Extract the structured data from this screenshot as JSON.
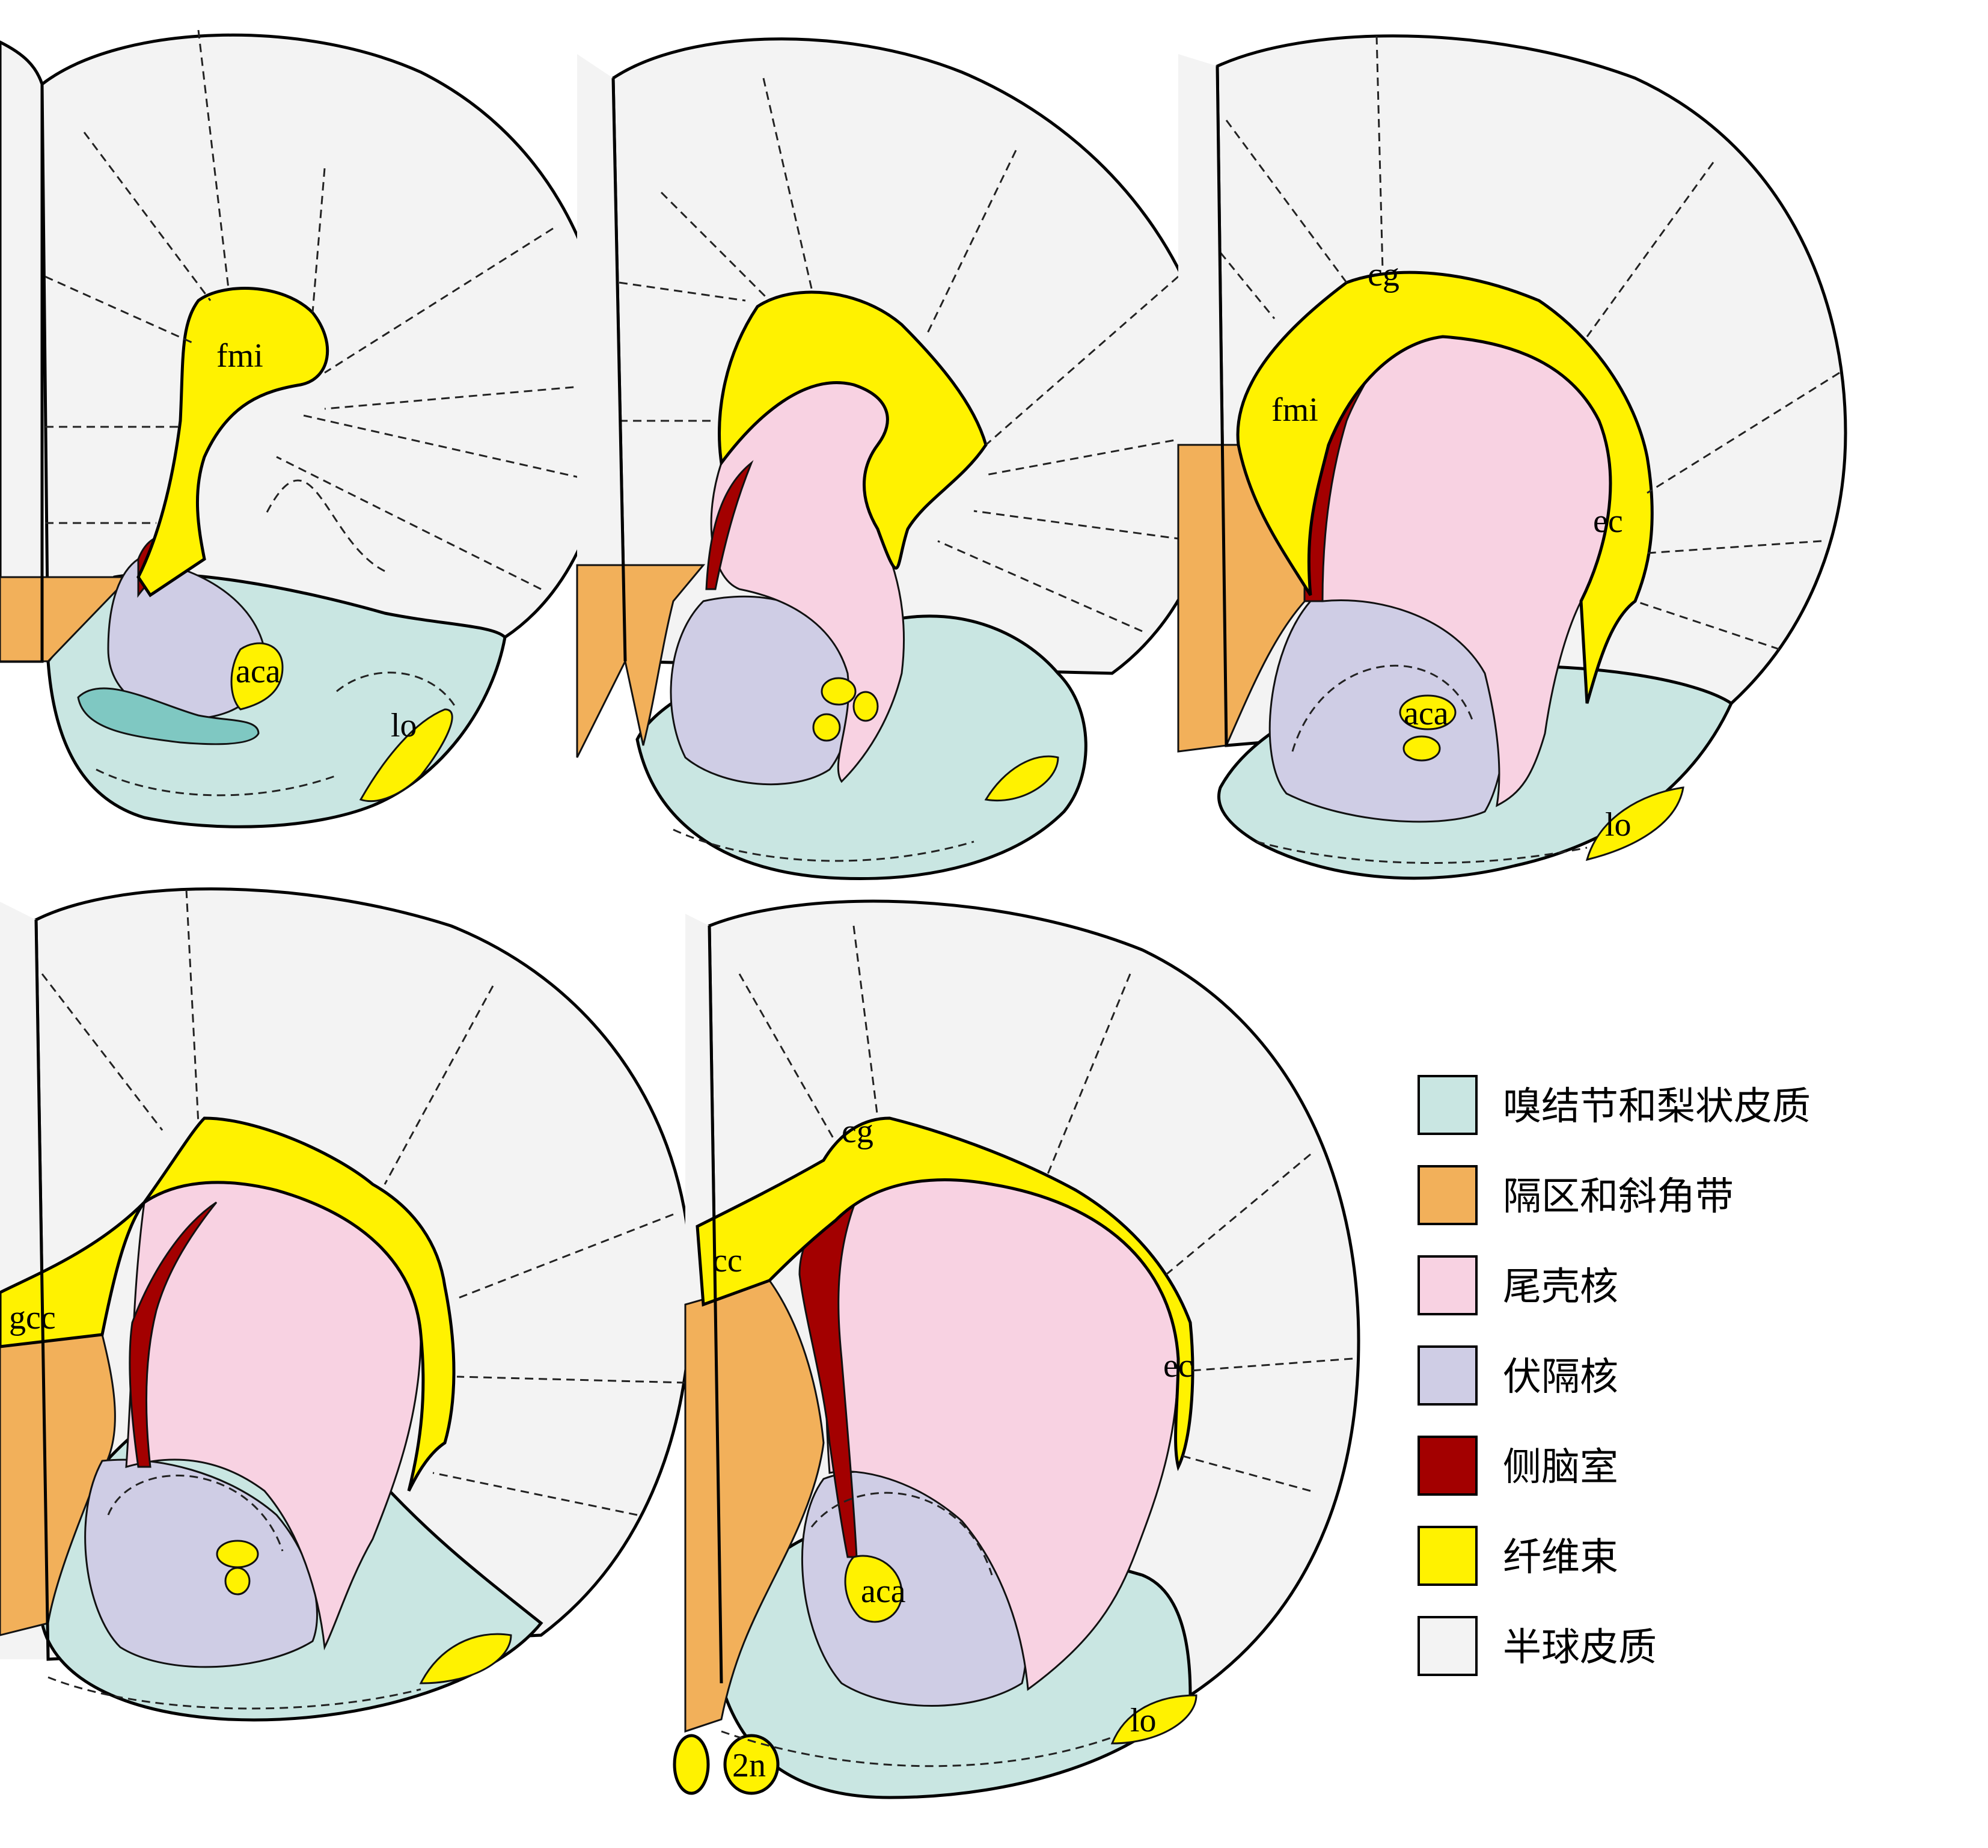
{
  "colors": {
    "olfactory": "#c9e6e2",
    "septal": "#f2b05a",
    "caudate": "#f8d2e2",
    "accumbens": "#cfcde5",
    "ventricle": "#a30000",
    "fiber": "#fff200",
    "cortex": "#f3f3f3",
    "dark_teal": "#7fc8c2"
  },
  "panels": [
    {
      "labels": [
        "fmi",
        "aca",
        "lo"
      ]
    },
    {
      "labels": []
    },
    {
      "labels": [
        "cg",
        "fmi",
        "ec",
        "aca",
        "lo"
      ]
    },
    {
      "labels": [
        "gcc"
      ]
    },
    {
      "labels": [
        "cg",
        "cc",
        "ec",
        "aca",
        "lo",
        "2n"
      ]
    }
  ],
  "legend": [
    {
      "label": "嗅结节和梨状皮质",
      "color": "#c9e6e2"
    },
    {
      "label": "隔区和斜角带",
      "color": "#f2b05a"
    },
    {
      "label": "尾壳核",
      "color": "#f8d2e2"
    },
    {
      "label": "伏隔核",
      "color": "#cfcde5"
    },
    {
      "label": "侧脑室",
      "color": "#a30000"
    },
    {
      "label": "纤维束",
      "color": "#fff200"
    },
    {
      "label": "半球皮质",
      "color": "#f3f3f3"
    }
  ]
}
